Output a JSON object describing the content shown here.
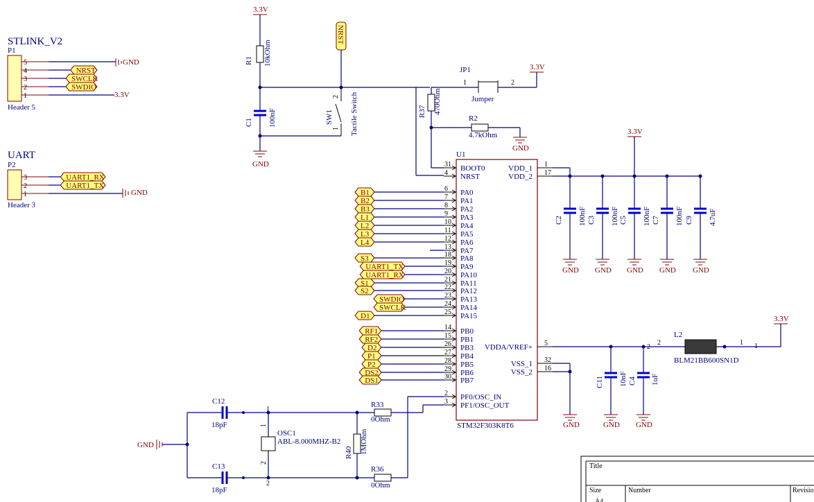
{
  "headers": {
    "stlink": {
      "title": "STLINK_V2",
      "designator": "P1",
      "footprint": "Header 5",
      "pins": [
        {
          "num": "5",
          "net": "GND"
        },
        {
          "num": "4",
          "net": "NRST"
        },
        {
          "num": "3",
          "net": "SWCLK"
        },
        {
          "num": "2",
          "net": "SWDIO"
        },
        {
          "num": "1",
          "net": "3.3V"
        }
      ]
    },
    "uart": {
      "title": "UART",
      "designator": "P2",
      "footprint": "Header 3",
      "pins": [
        {
          "num": "3",
          "net": "UART1_RX"
        },
        {
          "num": "2",
          "net": "UART1_TX"
        },
        {
          "num": "1",
          "net": "GND"
        }
      ]
    }
  },
  "reset": {
    "vcc": "3.3V",
    "gnd": "GND",
    "port": "NRST",
    "r1": {
      "des": "R1",
      "val": "10kOhm"
    },
    "c1": {
      "des": "C1",
      "val": "100nF"
    },
    "sw1": {
      "des": "SW1",
      "val": "Tactile Switch",
      "pin1": "1",
      "pin2": "2"
    }
  },
  "boot": {
    "jp1": {
      "des": "JP1",
      "val": "Jumper",
      "pin1": "1",
      "pin2": "2"
    },
    "r37": {
      "des": "R37",
      "val": "470Ohm"
    },
    "r2": {
      "des": "R2",
      "val": "4.7kOhm"
    },
    "vcc": "3.3V",
    "gnd": "GND"
  },
  "mcu": {
    "des": "U1",
    "part": "STM32F303K8T6",
    "left_pins": [
      {
        "num": "31",
        "name": "BOOT0",
        "net": ""
      },
      {
        "num": "4",
        "name": "NRST",
        "net": ""
      },
      {
        "num": "6",
        "name": "PA0",
        "net": "B1"
      },
      {
        "num": "7",
        "name": "PA1",
        "net": "B2"
      },
      {
        "num": "8",
        "name": "PA2",
        "net": "B3"
      },
      {
        "num": "9",
        "name": "PA3",
        "net": "L1"
      },
      {
        "num": "10",
        "name": "PA4",
        "net": "L2"
      },
      {
        "num": "11",
        "name": "PA5",
        "net": "L3"
      },
      {
        "num": "12",
        "name": "PA6",
        "net": "L4"
      },
      {
        "num": "13",
        "name": "PA7",
        "net": ""
      },
      {
        "num": "18",
        "name": "PA8",
        "net": "S3"
      },
      {
        "num": "19",
        "name": "PA9",
        "net": "UART1_TX"
      },
      {
        "num": "20",
        "name": "PA10",
        "net": "UART1_RX"
      },
      {
        "num": "21",
        "name": "PA11",
        "net": "S1"
      },
      {
        "num": "22",
        "name": "PA12",
        "net": "S2"
      },
      {
        "num": "23",
        "name": "PA13",
        "net": "SWDIO"
      },
      {
        "num": "24",
        "name": "PA14",
        "net": "SWCLK"
      },
      {
        "num": "25",
        "name": "PA15",
        "net": "D1"
      },
      {
        "num": "14",
        "name": "PB0",
        "net": "RF1"
      },
      {
        "num": "15",
        "name": "PB1",
        "net": "RF2"
      },
      {
        "num": "26",
        "name": "PB3",
        "net": "D2"
      },
      {
        "num": "27",
        "name": "PB4",
        "net": "P1"
      },
      {
        "num": "28",
        "name": "PB5",
        "net": "P2"
      },
      {
        "num": "29",
        "name": "PB6",
        "net": "DS2"
      },
      {
        "num": "30",
        "name": "PB7",
        "net": "DS1"
      },
      {
        "num": "2",
        "name": "PF0/OSC_IN",
        "net": ""
      },
      {
        "num": "3",
        "name": "PF1/OSC_OUT",
        "net": ""
      }
    ],
    "right_pins": [
      {
        "num": "1",
        "name": "VDD_1"
      },
      {
        "num": "17",
        "name": "VDD_2"
      },
      {
        "num": "5",
        "name": "VDDA/VREF+"
      },
      {
        "num": "32",
        "name": "VSS_1"
      },
      {
        "num": "16",
        "name": "VSS_2"
      }
    ]
  },
  "decoupling": {
    "vcc": "3.3V",
    "gnd": "GND",
    "caps": [
      {
        "des": "C2",
        "val": "100nF"
      },
      {
        "des": "C3",
        "val": "100nF"
      },
      {
        "des": "C5",
        "val": "100nF"
      },
      {
        "des": "C7",
        "val": "100nF"
      },
      {
        "des": "C9",
        "val": "4.7uF"
      }
    ]
  },
  "analog": {
    "l2": {
      "des": "L2",
      "val": "BLM21BB600SN1D",
      "pin1": "1",
      "pin2": "2"
    },
    "c11": {
      "des": "C11",
      "val": "10nF"
    },
    "c4": {
      "des": "C4",
      "val": "1uF"
    },
    "vcc": "3.3V",
    "gnd": "GND",
    "pin1b": "1",
    "pin2b": "2"
  },
  "osc": {
    "gnd": "GND",
    "c12": {
      "des": "C12",
      "val": "18pF"
    },
    "c13": {
      "des": "C13",
      "val": "18pF"
    },
    "osc1": {
      "des": "OSC1",
      "val": "ABL-8.000MHZ-B2",
      "pin1": "1",
      "pin2": "2",
      "pin1b": "1",
      "pin2b": "2"
    },
    "r33": {
      "des": "R33",
      "val": "0Ohm"
    },
    "r36": {
      "des": "R36",
      "val": "0Ohm"
    },
    "r40": {
      "des": "R40",
      "val": "1MOhm"
    }
  },
  "titleblock": {
    "title": "Title",
    "size": "Size",
    "number": "Number",
    "revision": "Revisio",
    "size_val": "A4"
  },
  "colors": {
    "wire": "#000080",
    "power": "#800000",
    "port_fill": "#ffff80",
    "cap": "#0000cc"
  }
}
